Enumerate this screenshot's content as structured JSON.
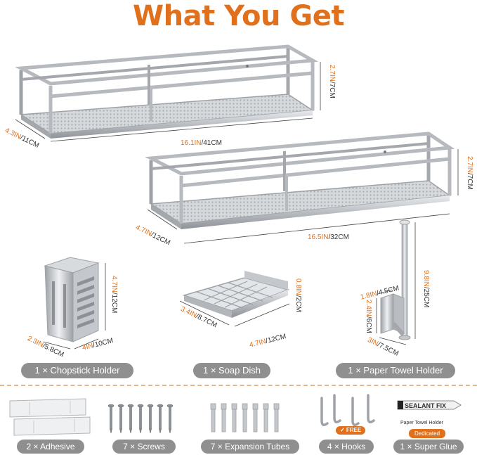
{
  "title": "What You Get",
  "shelf_large": {
    "height_in": "2.7IN",
    "height_cm": "/7CM",
    "length_in": "16.1IN",
    "length_cm": "/41CM",
    "depth_in": "4.3IN",
    "depth_cm": "/11CM"
  },
  "shelf_small": {
    "height_in": "2.7IN",
    "height_cm": "/7CM",
    "length_in": "16.5IN",
    "length_cm": "/32CM",
    "depth_in": "4.7IN",
    "depth_cm": "/12CM"
  },
  "chopstick": {
    "height_in": "4.7IN",
    "height_cm": "/12CM",
    "width_in": "2.3IN",
    "width_cm": "/5.8CM",
    "depth_in": "4IN",
    "depth_cm": "/10CM",
    "label": "1 × Chopstick Holder"
  },
  "soap": {
    "height_in": "0.8IN",
    "height_cm": "/2CM",
    "width_in": "3.4IN",
    "width_cm": "/8.7CM",
    "length_in": "4.7IN",
    "length_cm": "/12CM",
    "label": "1 × Soap Dish"
  },
  "towel": {
    "height_in": "9.8IN",
    "height_cm": "/25CM",
    "base_h_in": "2.4IN",
    "base_h_cm": "/6CM",
    "top_in": "1.8IN",
    "top_cm": "/4.5CM",
    "base_w_in": "3IN",
    "base_w_cm": "/7.5CM",
    "label": "1 × Paper Towel Holder"
  },
  "accessories": {
    "adhesive": "2 × Adhesive",
    "screws": "7 × Screws",
    "tubes": "7 × Expansion Tubes",
    "hooks": "4 × Hooks",
    "free": "✓ FREE",
    "glue": "1 × Super Glue",
    "glue_brand": "SEALANT FIX",
    "glue_note": "Paper Towel Holder",
    "glue_dedicated": "Dedicated"
  },
  "colors": {
    "accent": "#e0701c",
    "pill": "#8f8f8f",
    "steel": "#c9ccd0"
  }
}
